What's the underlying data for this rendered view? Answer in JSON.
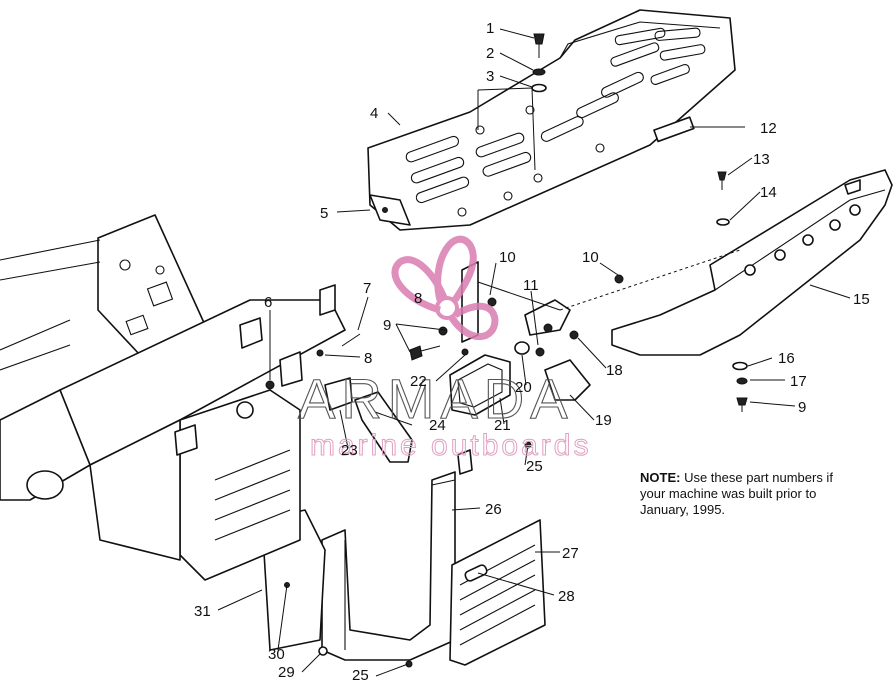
{
  "callouts": [
    {
      "num": "1"
    },
    {
      "num": "2"
    },
    {
      "num": "3"
    },
    {
      "num": "4"
    },
    {
      "num": "5"
    },
    {
      "num": "6"
    },
    {
      "num": "7"
    },
    {
      "num": "8"
    },
    {
      "num": "8"
    },
    {
      "num": "9"
    },
    {
      "num": "10"
    },
    {
      "num": "10"
    },
    {
      "num": "11"
    },
    {
      "num": "12"
    },
    {
      "num": "13"
    },
    {
      "num": "14"
    },
    {
      "num": "15"
    },
    {
      "num": "16"
    },
    {
      "num": "17"
    },
    {
      "num": "9"
    },
    {
      "num": "18"
    },
    {
      "num": "19"
    },
    {
      "num": "20"
    },
    {
      "num": "21"
    },
    {
      "num": "22"
    },
    {
      "num": "23"
    },
    {
      "num": "24"
    },
    {
      "num": "25"
    },
    {
      "num": "26"
    },
    {
      "num": "27"
    },
    {
      "num": "28"
    },
    {
      "num": "31"
    },
    {
      "num": "30"
    },
    {
      "num": "29"
    },
    {
      "num": "25"
    }
  ],
  "note": {
    "label": "NOTE:",
    "text": "Use these part numbers if your machine was built prior to January, 1995."
  },
  "watermark": {
    "brand": "ARMADA",
    "tagline": "marine outboards",
    "color": "#d97cb0"
  }
}
